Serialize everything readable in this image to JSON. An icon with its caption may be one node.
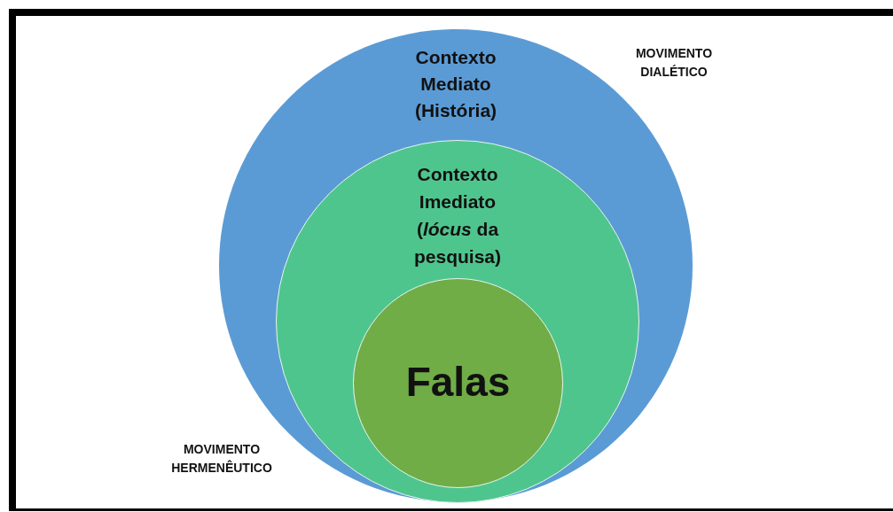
{
  "diagram": {
    "nodes": [
      {
        "text": [
          "Contexto Mediato (História)"
        ]
      },
      {
        "text": [
          "Contexto Imediato (*lócus* da pesquisa)"
        ],
        "in": 0
      },
      {
        "text": [
          "Falas"
        ],
        "in": 1
      }
    ],
    "labels": [
      "MOVIMENTO DIALÉTICO",
      "MOVIMENTO HERMENÊUTICO"
    ]
  }
}
